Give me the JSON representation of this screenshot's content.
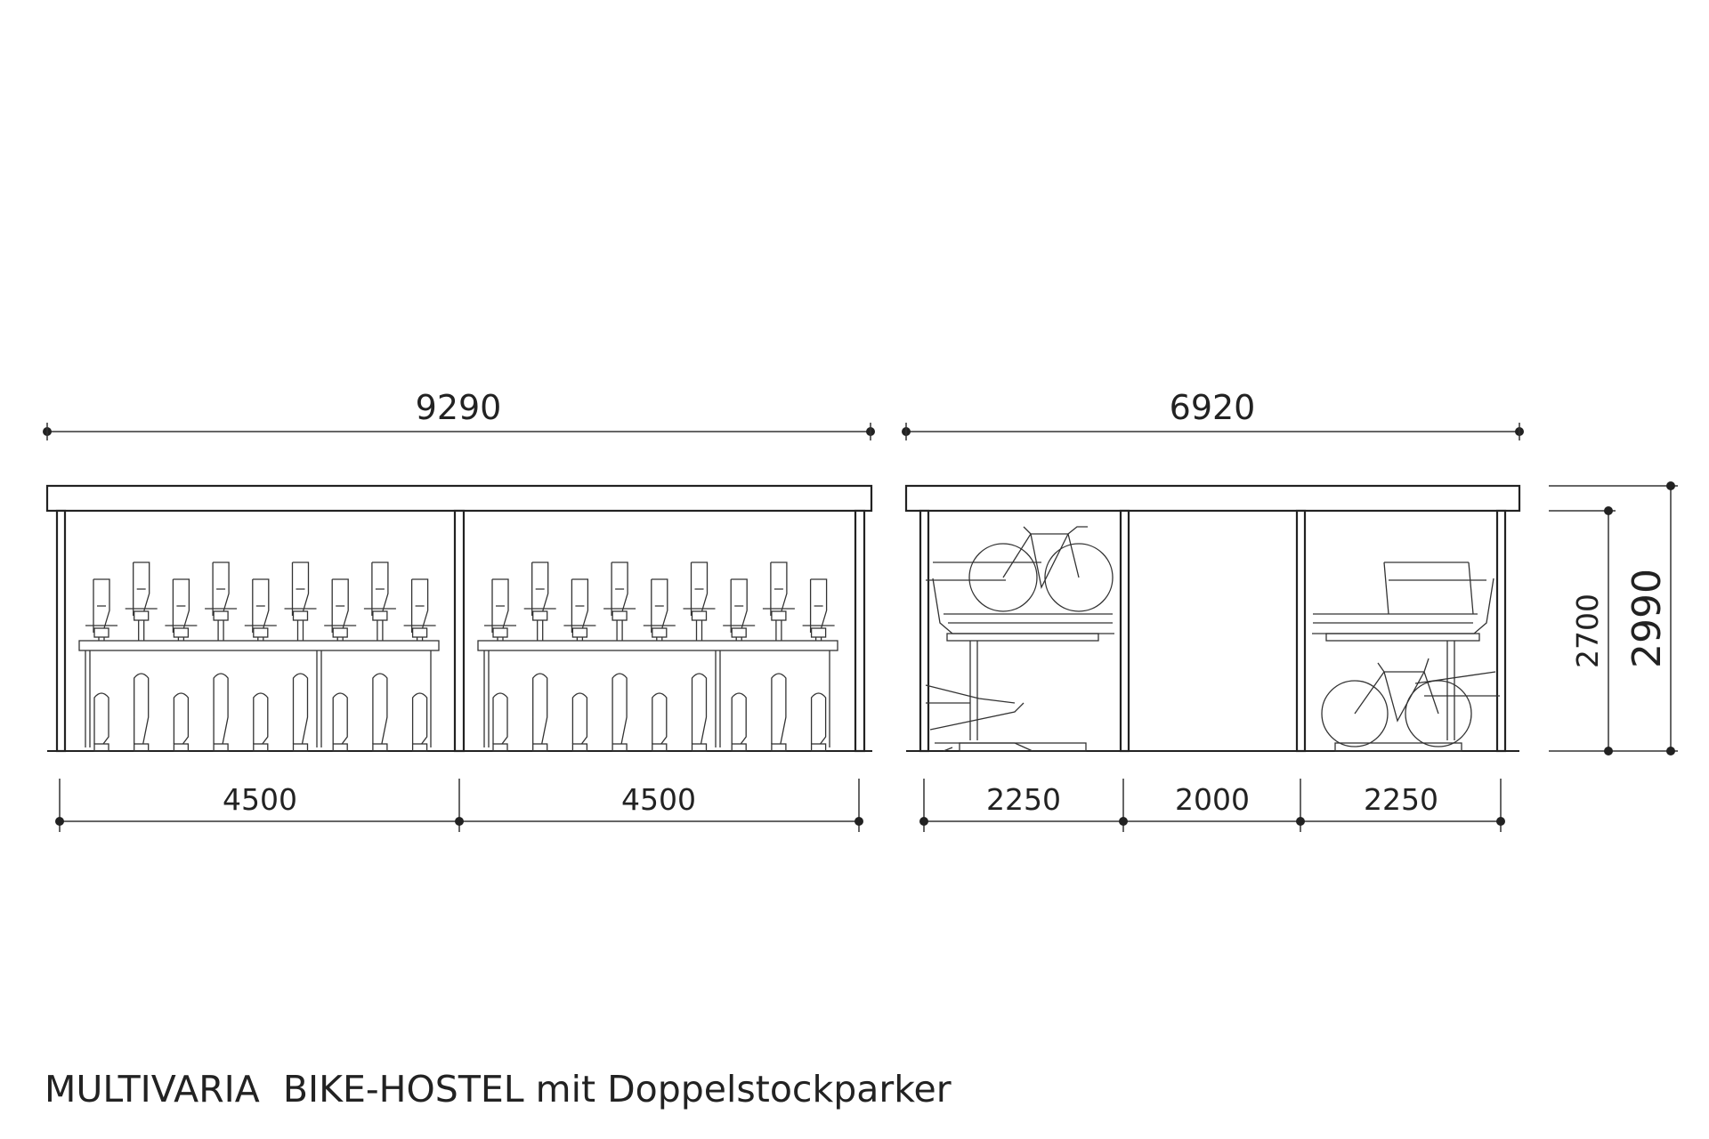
{
  "drawing": {
    "title": "MULTIVARIA  BIKE-HOSTEL mit Doppelstockparker",
    "left_unit": {
      "overall_width": "9290",
      "bays": [
        "4500",
        "4500"
      ],
      "racks_per_level_per_bay": 9
    },
    "right_unit": {
      "overall_width": "6920",
      "bays": [
        "2250",
        "2000",
        "2250"
      ]
    },
    "heights": {
      "clear_height": "2700",
      "total_height": "2990"
    },
    "colors": {
      "line": "#222222",
      "background": "#ffffff"
    }
  }
}
